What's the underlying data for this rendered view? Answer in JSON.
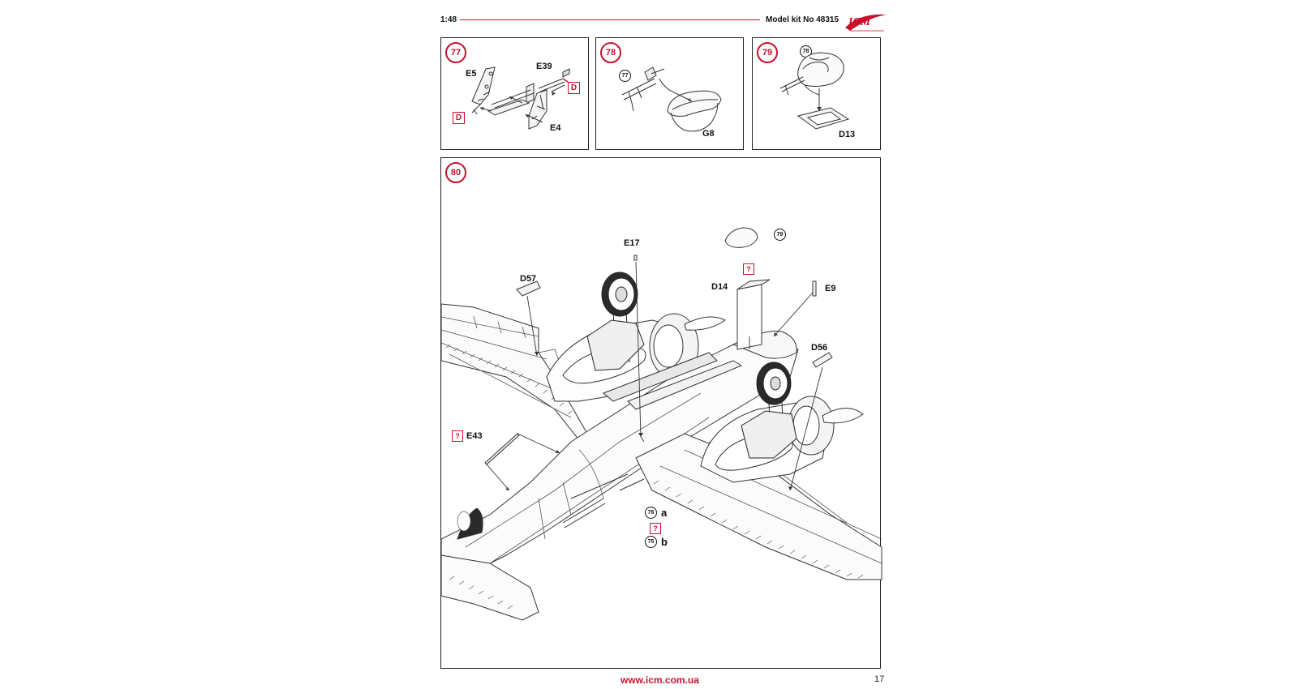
{
  "header": {
    "scale": "1:48",
    "model_kit": "Model kit No 48315",
    "logo_text": "ICM"
  },
  "steps": [
    {
      "number": "77",
      "labels": [
        "E5",
        "E39",
        "E4"
      ],
      "marker": "D"
    },
    {
      "number": "78",
      "ref": "77",
      "labels": [
        "G8"
      ]
    },
    {
      "number": "79",
      "ref": "78",
      "labels": [
        "D13"
      ]
    },
    {
      "number": "80",
      "labels": [
        "E17",
        "D57",
        "D14",
        "E9",
        "D56",
        "E43"
      ],
      "refs": [
        "79",
        "76",
        "75"
      ],
      "options": [
        "a",
        "b"
      ],
      "marker": "?"
    }
  ],
  "footer": {
    "url": "www.icm.com.ua",
    "page": "17"
  },
  "colors": {
    "accent": "#c8102e",
    "line": "#222222"
  }
}
